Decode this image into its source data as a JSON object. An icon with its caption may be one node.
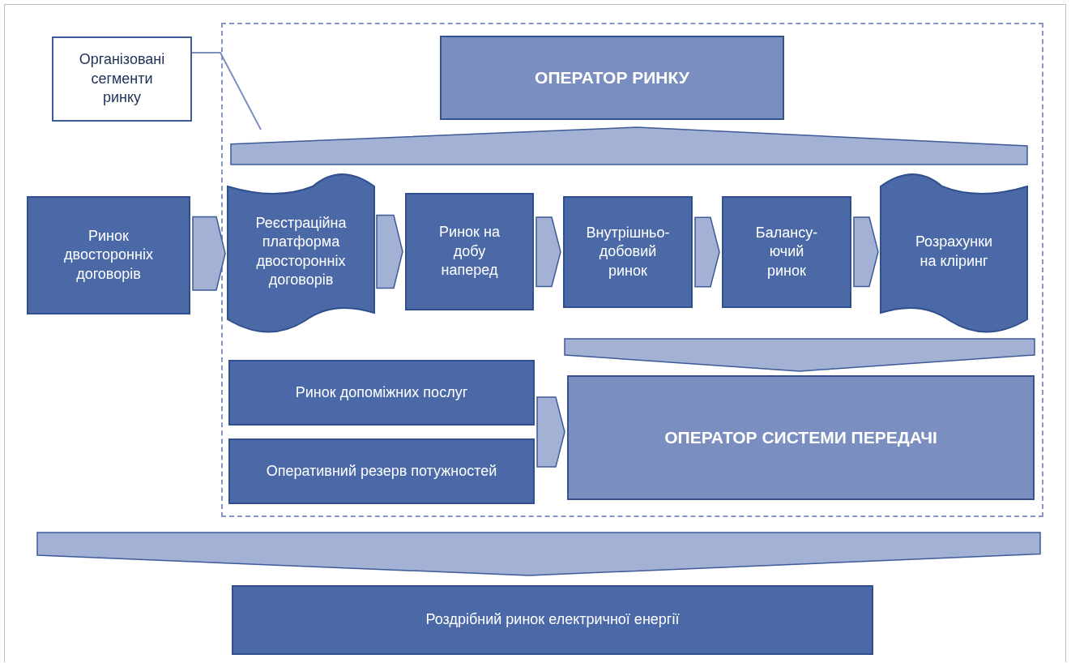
{
  "diagram": {
    "nodes": [
      {
        "text": [],
        "shape": "box"
      },
      {
        "text": [
          "Організовані сегменти ринку"
        ]
      },
      {
        "text": [
          "ОПЕРАТОР РИНКУ"
        ],
        "in": 0
      },
      {
        "text": [],
        "shape": "bar",
        "in": 0
      },
      {
        "text": [
          "Ринок двосторонніх договорів"
        ]
      },
      {
        "text": [
          "Реєстраційна платформа двосторонніх договорів"
        ],
        "in": 0
      },
      {
        "text": [
          "Ринок на добу наперед"
        ],
        "in": 0
      },
      {
        "text": [
          "Внутрішньо- добовий ринок"
        ],
        "in": 0
      },
      {
        "text": [
          "Балансу- ючий ринок"
        ],
        "in": 0
      },
      {
        "text": [
          "Розрахунки на кліринг"
        ],
        "in": 0
      },
      {
        "text": [],
        "shape": "bar",
        "in": 0
      },
      {
        "text": [
          "Ринок допоміжних послуг"
        ],
        "in": 0
      },
      {
        "text": [
          "Оперативний резерв потужностей"
        ],
        "in": 0
      },
      {
        "text": [
          "ОПЕРАТОР СИСТЕМИ ПЕРЕДАЧІ"
        ],
        "in": 0
      },
      {
        "text": [],
        "shape": "bar"
      },
      {
        "text": [
          "Роздрібний ринок електричної енергії"
        ]
      }
    ],
    "edges": [
      {
        "from": 1,
        "to": 0,
        "arrow": "none"
      },
      {
        "from": 4,
        "to": 5,
        "arrow": "to"
      },
      {
        "from": 5,
        "to": 6,
        "arrow": "to"
      },
      {
        "from": 6,
        "to": 7,
        "arrow": "to"
      },
      {
        "from": 7,
        "to": 8,
        "arrow": "to"
      },
      {
        "from": 8,
        "to": 9,
        "arrow": "to"
      },
      {
        "from": 11,
        "to": 13,
        "arrow": "to"
      },
      {
        "from": 12,
        "to": 13,
        "arrow": "to"
      }
    ]
  }
}
